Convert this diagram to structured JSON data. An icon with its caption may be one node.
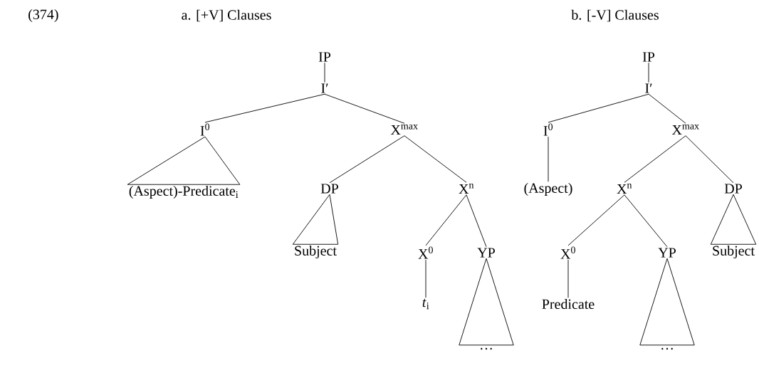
{
  "diagram": {
    "nodes": [
      {
        "text": [
          "IP"
        ]
      },
      {
        "text": [
          "I′"
        ]
      },
      {
        "text": [
          "I$^{0}$"
        ]
      },
      {
        "text": [
          "X$^{max}$"
        ]
      },
      {
        "text": [
          "(Aspect)-Predicate$_{i}$"
        ]
      },
      {
        "text": [
          "DP"
        ]
      },
      {
        "text": [
          "X$^{n}$"
        ]
      },
      {
        "text": [
          "Subject"
        ]
      },
      {
        "text": [
          "X$^{0}$"
        ]
      },
      {
        "text": [
          "YP"
        ]
      },
      {
        "text": [
          "*t*$_{i}$"
        ]
      },
      {
        "text": [
          "…"
        ]
      },
      {
        "text": [
          "IP"
        ]
      },
      {
        "text": [
          "I′"
        ]
      },
      {
        "text": [
          "I$^{0}$"
        ]
      },
      {
        "text": [
          "X$^{max}$"
        ]
      },
      {
        "text": [
          "(Aspect)"
        ]
      },
      {
        "text": [
          "X$^{n}$"
        ]
      },
      {
        "text": [
          "DP"
        ]
      },
      {
        "text": [
          "Subject"
        ]
      },
      {
        "text": [
          "X$^{0}$"
        ]
      },
      {
        "text": [
          "YP"
        ]
      },
      {
        "text": [
          "Predicate"
        ]
      },
      {
        "text": [
          "…"
        ]
      }
    ],
    "edges": [
      {
        "from": 0,
        "to": 1,
        "arrow": "none"
      },
      {
        "from": 1,
        "to": 2,
        "arrow": "none"
      },
      {
        "from": 1,
        "to": 3,
        "arrow": "none"
      },
      {
        "from": 2,
        "to": 4,
        "arrow": "none"
      },
      {
        "from": 3,
        "to": 5,
        "arrow": "none"
      },
      {
        "from": 3,
        "to": 6,
        "arrow": "none"
      },
      {
        "from": 5,
        "to": 7,
        "arrow": "none"
      },
      {
        "from": 6,
        "to": 8,
        "arrow": "none"
      },
      {
        "from": 6,
        "to": 9,
        "arrow": "none"
      },
      {
        "from": 8,
        "to": 10,
        "arrow": "none"
      },
      {
        "from": 9,
        "to": 11,
        "arrow": "none"
      },
      {
        "from": 12,
        "to": 13,
        "arrow": "none"
      },
      {
        "from": 13,
        "to": 14,
        "arrow": "none"
      },
      {
        "from": 13,
        "to": 15,
        "arrow": "none"
      },
      {
        "from": 14,
        "to": 16,
        "arrow": "none"
      },
      {
        "from": 15,
        "to": 17,
        "arrow": "none"
      },
      {
        "from": 15,
        "to": 18,
        "arrow": "none"
      },
      {
        "from": 18,
        "to": 19,
        "arrow": "none"
      },
      {
        "from": 17,
        "to": 20,
        "arrow": "none"
      },
      {
        "from": 17,
        "to": 21,
        "arrow": "none"
      },
      {
        "from": 20,
        "to": 22,
        "arrow": "none"
      },
      {
        "from": 21,
        "to": 23,
        "arrow": "none"
      }
    ],
    "labels": [
      "(374)",
      "a. [+V] Clauses",
      "b. [-V] Clauses"
    ]
  }
}
